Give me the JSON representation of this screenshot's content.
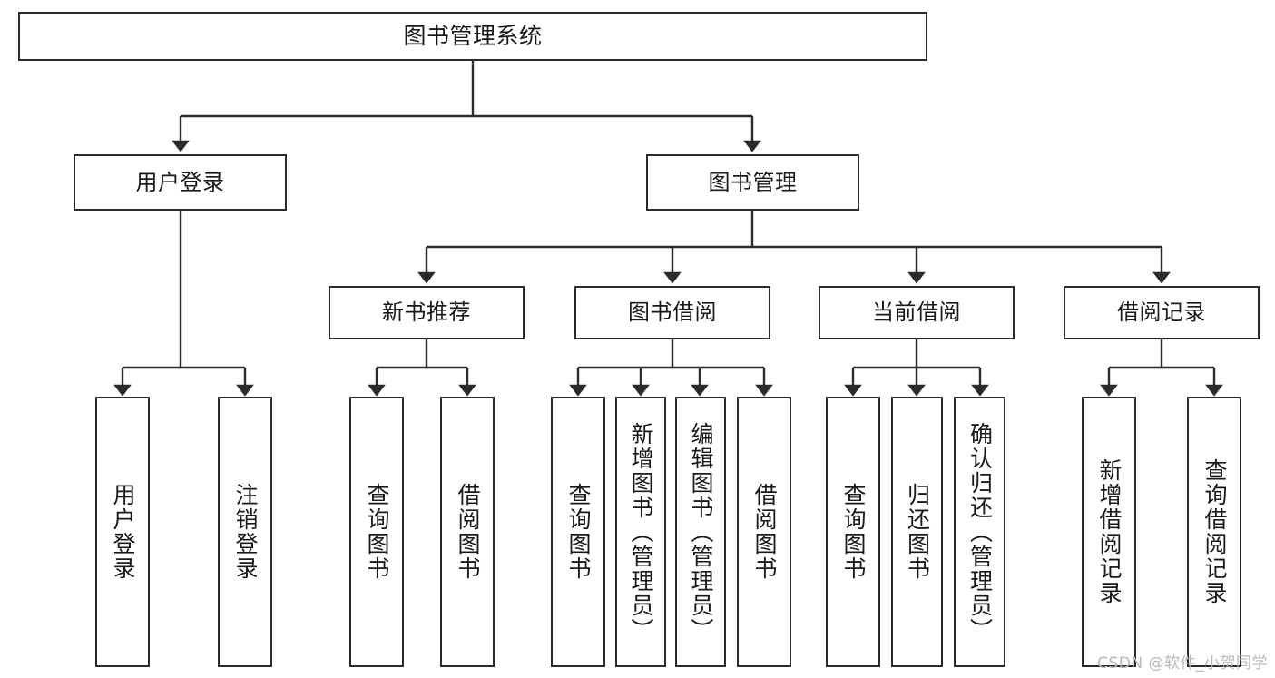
{
  "diagram": {
    "type": "tree-hierarchy",
    "title": "图书管理系统",
    "orientation": "top-down",
    "edge_color": "#2b2b2b",
    "box_border_color": "#2b2b2b",
    "box_fill_color": "#ffffff",
    "text_color": "#1a1a1a"
  },
  "nodes": {
    "root": {
      "label": "图书管理系统"
    },
    "level2": [
      {
        "label": "用户登录"
      },
      {
        "label": "图书管理"
      }
    ],
    "level3": [
      {
        "label": "新书推荐"
      },
      {
        "label": "图书借阅"
      },
      {
        "label": "当前借阅"
      },
      {
        "label": "借阅记录"
      }
    ],
    "leaves": {
      "user_login": [
        {
          "label": "用户登录"
        },
        {
          "label": "注销登录"
        }
      ],
      "new_book_recommend": [
        {
          "label": "查询图书"
        },
        {
          "label": "借阅图书"
        }
      ],
      "book_borrow": [
        {
          "label": "查询图书"
        },
        {
          "label": "新增图书（管理员）"
        },
        {
          "label": "编辑图书（管理员）"
        },
        {
          "label": "借阅图书"
        }
      ],
      "current_borrow": [
        {
          "label": "查询图书"
        },
        {
          "label": "归还图书"
        },
        {
          "label": "确认归还（管理员）"
        }
      ],
      "borrow_record": [
        {
          "label": "新增借阅记录"
        },
        {
          "label": "查询借阅记录"
        }
      ]
    }
  },
  "watermark": {
    "text": "CSDN @软件_小贺同学"
  }
}
